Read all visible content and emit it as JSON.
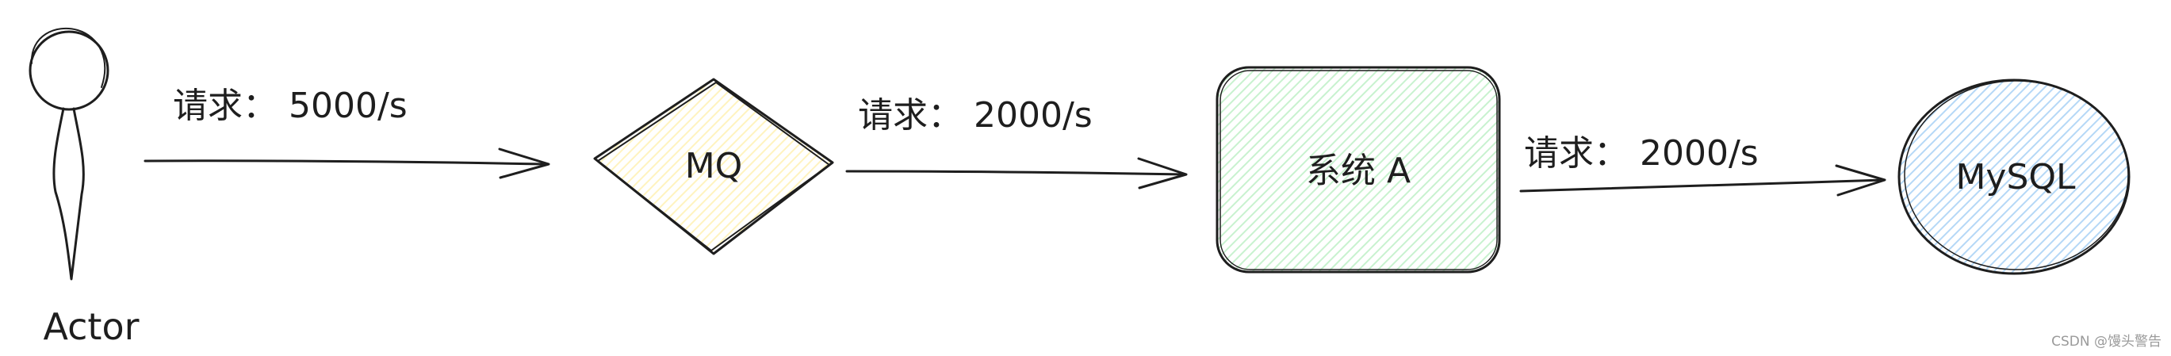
{
  "diagram": {
    "actor": {
      "label": "Actor"
    },
    "mq": {
      "label": "MQ"
    },
    "system_a": {
      "label": "系统 A"
    },
    "mysql": {
      "label": "MySQL"
    },
    "arrows": [
      {
        "label": "请求： 5000/s"
      },
      {
        "label": "请求： 2000/s"
      },
      {
        "label": "请求： 2000/s"
      }
    ]
  },
  "watermark": "CSDN @馒头警告",
  "colors": {
    "stroke": "#1e1e1e",
    "mq_fill": "#fff3bf",
    "system_fill": "#c8f2cf",
    "mysql_fill": "#b5d8f7"
  }
}
